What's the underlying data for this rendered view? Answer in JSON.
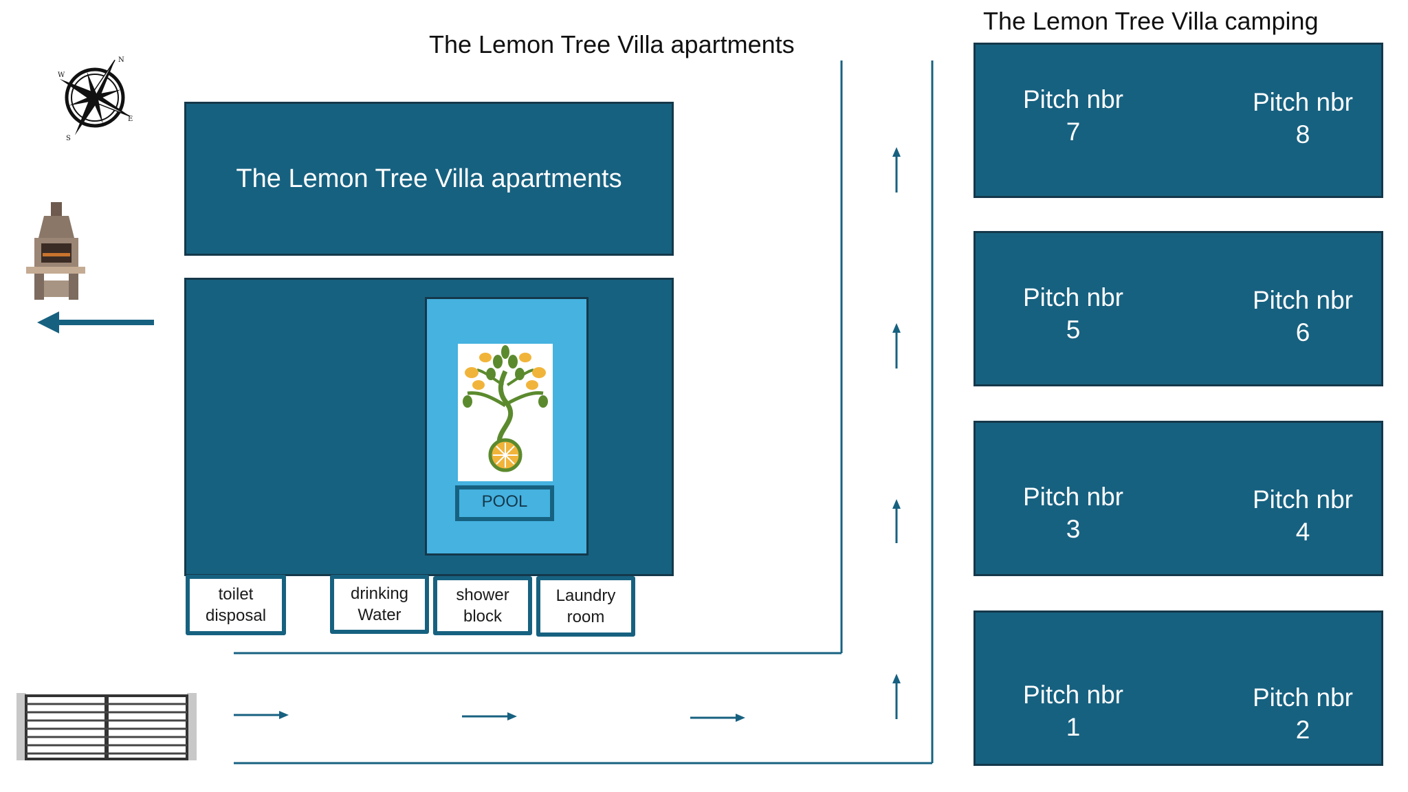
{
  "titles": {
    "apartments_heading": "The Lemon Tree Villa apartments",
    "camping_heading": "The Lemon Tree Villa camping"
  },
  "apartments_block": {
    "label": "The Lemon Tree Villa apartments"
  },
  "pool": {
    "label": "POOL"
  },
  "facilities": [
    {
      "line1": "toilet",
      "line2": "disposal"
    },
    {
      "line1": "drinking",
      "line2": "Water"
    },
    {
      "line1": "shower",
      "line2": "block"
    },
    {
      "line1": "Laundry",
      "line2": "room"
    }
  ],
  "pitch_rows": [
    {
      "left": {
        "label": "Pitch nbr",
        "number": "7"
      },
      "right": {
        "label": "Pitch nbr",
        "number": "8"
      }
    },
    {
      "left": {
        "label": "Pitch nbr",
        "number": "5"
      },
      "right": {
        "label": "Pitch nbr",
        "number": "6"
      }
    },
    {
      "left": {
        "label": "Pitch nbr",
        "number": "3"
      },
      "right": {
        "label": "Pitch nbr",
        "number": "4"
      }
    },
    {
      "left": {
        "label": "Pitch nbr",
        "number": "1"
      },
      "right": {
        "label": "Pitch nbr",
        "number": "2"
      }
    }
  ],
  "compass": {
    "n": "N",
    "e": "E",
    "s": "S",
    "w": "W"
  },
  "icons": [
    "compass-rose-icon",
    "barbecue-icon",
    "gate-icon",
    "lemon-tree-logo-icon"
  ],
  "colors": {
    "block": "#176180",
    "border": "#14384a",
    "pool": "#45b2e0",
    "road": "#176180"
  }
}
